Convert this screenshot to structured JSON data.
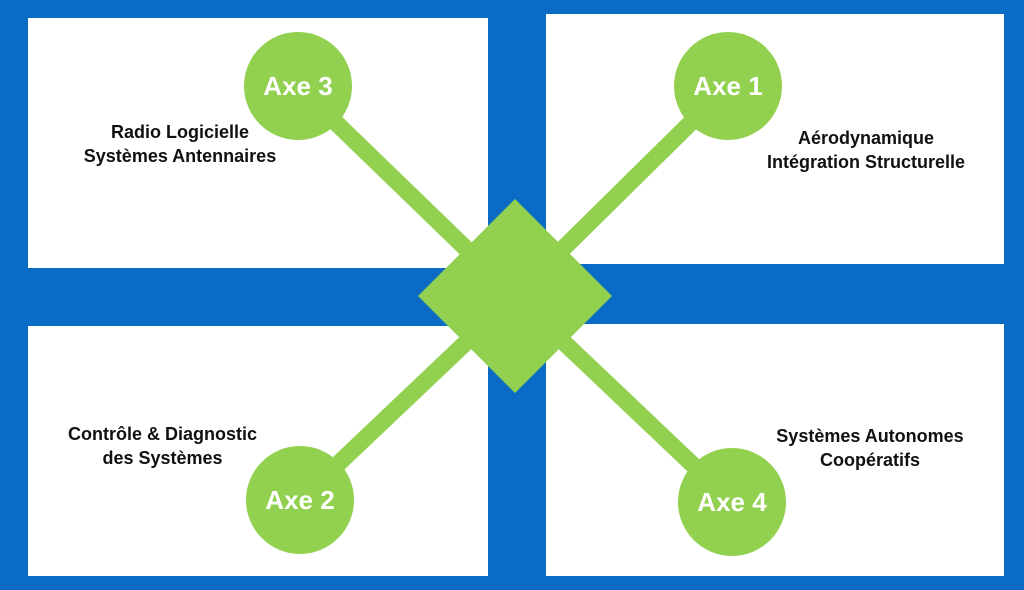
{
  "colors": {
    "background": "#0a6cc4",
    "panel": "#ffffff",
    "accent_green": "#92d050",
    "label_text": "#ffffff",
    "topic_text": "#111111"
  },
  "axes": {
    "axe3": {
      "label": "Axe 3",
      "topic_line1": "Radio Logicielle",
      "topic_line2": "Systèmes Antennaires"
    },
    "axe1": {
      "label": "Axe 1",
      "topic_line1": "Aérodynamique",
      "topic_line2": "Intégration Structurelle"
    },
    "axe2": {
      "label": "Axe 2",
      "topic_line1": "Contrôle & Diagnostic",
      "topic_line2": "des Systèmes"
    },
    "axe4": {
      "label": "Axe 4",
      "topic_line1": "Systèmes Autonomes",
      "topic_line2": "Coopératifs"
    }
  }
}
